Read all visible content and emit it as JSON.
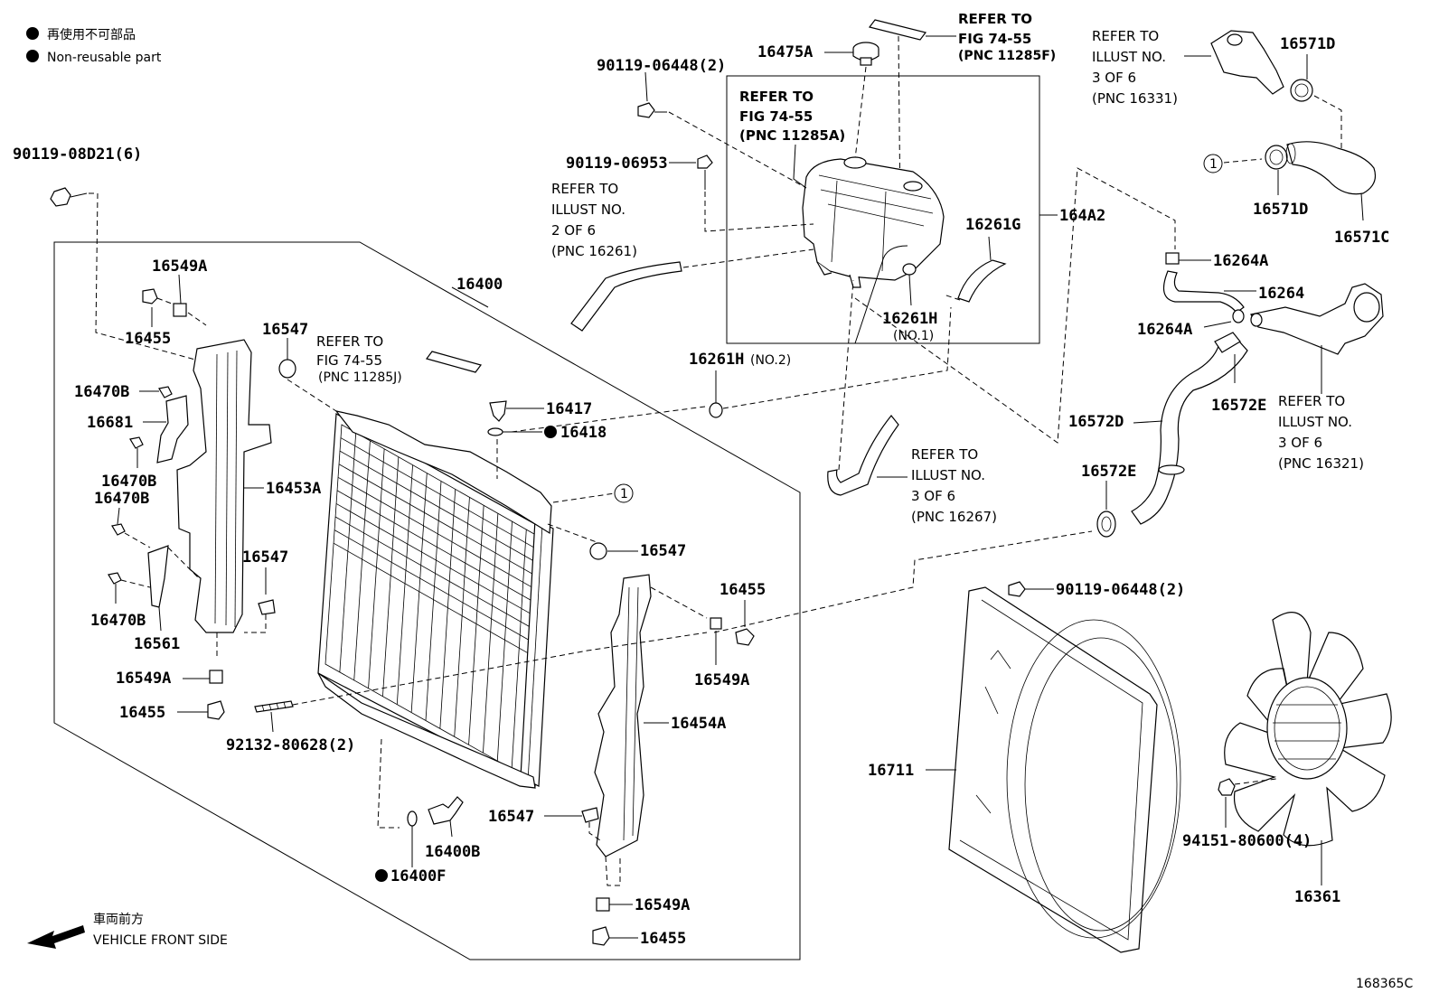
{
  "legend": {
    "jp": "再使用不可部品",
    "en": "Non-reusable part"
  },
  "front": {
    "jp": "車両前方",
    "en": "VEHICLE FRONT SIDE"
  },
  "figure_id": "168365C",
  "labels": {
    "p90119_08D21": "90119-08D21(6)",
    "p16549A_a": "16549A",
    "p16455_a": "16455",
    "p16547_a": "16547",
    "p16470B_a": "16470B",
    "p16681": "16681",
    "p16470B_b": "16470B",
    "p16470B_c": "16470B",
    "p16453A": "16453A",
    "p16547_b": "16547",
    "p16470B_d": "16470B",
    "p16561": "16561",
    "p16549A_b": "16549A",
    "p16455_b": "16455",
    "p92132": "92132-80628(2)",
    "p16400": "16400",
    "p16417": "16417",
    "p16418": "16418",
    "p16547_c": "16547",
    "p16455_c": "16455",
    "p16549A_c": "16549A",
    "p16454A": "16454A",
    "p16547_d": "16547",
    "p16400B": "16400B",
    "p16400F": "16400F",
    "p16549A_d": "16549A",
    "p16455_d": "16455",
    "p90119_06448_a": "90119-06448(2)",
    "p90119_06953": "90119-06953",
    "p16475A": "16475A",
    "p164A2": "164A2",
    "p16261G": "16261G",
    "p16261H_a": "16261H",
    "p16261H_a_sub": "(NO.1)",
    "p16261H_b": "16261H",
    "p16261H_b_sub": "(NO.2)",
    "p16571D_a": "16571D",
    "p16571D_b": "16571D",
    "p16571C": "16571C",
    "p16264A_a": "16264A",
    "p16264": "16264",
    "p16264A_b": "16264A",
    "p16572E_a": "16572E",
    "p16572D": "16572D",
    "p16572E_b": "16572E",
    "p90119_06448_b": "90119-06448(2)",
    "p16711": "16711",
    "p94151": "94151-80600(4)",
    "p16361": "16361",
    "circle1": "1"
  },
  "refs": {
    "r_fig_11285F": [
      "REFER TO",
      "FIG 74-55",
      "(PNC 11285F)"
    ],
    "r_fig_11285A": [
      "REFER TO",
      "FIG 74-55",
      "(PNC 11285A)"
    ],
    "r_fig_11285J": [
      "REFER TO",
      "FIG 74-55",
      "(PNC 11285J)"
    ],
    "r_ill_16261": [
      "REFER TO",
      "ILLUST NO.",
      "2 OF 6",
      "(PNC 16261)"
    ],
    "r_ill_16331": [
      "REFER TO",
      "ILLUST NO.",
      "3 OF 6",
      "(PNC 16331)"
    ],
    "r_ill_16267": [
      "REFER TO",
      "ILLUST NO.",
      "3 OF 6",
      "(PNC 16267)"
    ],
    "r_ill_16321": [
      "REFER TO",
      "ILLUST NO.",
      "3 OF 6",
      "(PNC 16321)"
    ]
  }
}
